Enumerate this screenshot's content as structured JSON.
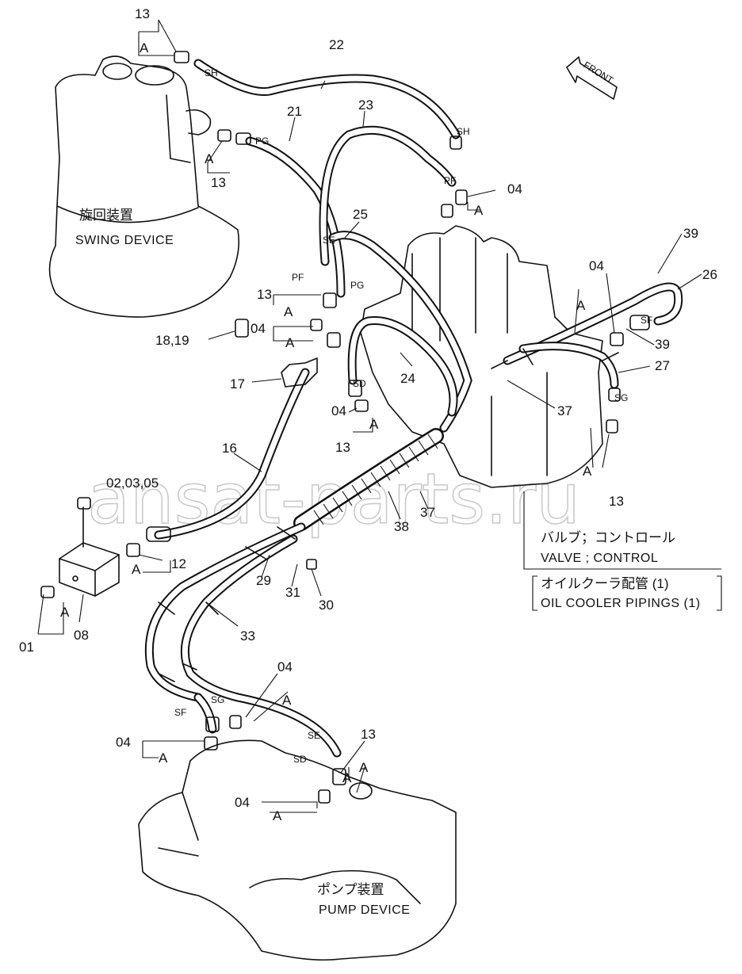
{
  "front_label": "FRONT",
  "watermark": "ansat-parts.ru",
  "devices": {
    "swing_jp": "旋回装置",
    "swing_en": "SWING DEVICE",
    "pump_jp": "ポンプ装置",
    "pump_en": "PUMP DEVICE",
    "valve_jp": "バルブ；コントロール",
    "valve_en": "VALVE ; CONTROL"
  },
  "title": {
    "jp": "オイルクーラ配管 (1)",
    "en": "OIL COOLER PIPINGS (1)"
  },
  "port_labels": {
    "sh1": "SH",
    "sh2": "SH",
    "pg1": "PG",
    "pg2": "PG",
    "pf1": "PF",
    "pf2": "PF",
    "se1": "SE",
    "se2": "SE",
    "sd1": "SD",
    "sd2": "SD",
    "sf1": "SF",
    "sf2": "SF",
    "sg1": "SG",
    "sg2": "SG"
  },
  "part_numbers": {
    "p13a": "13",
    "p13b": "13",
    "p13c": "13",
    "p13d": "13",
    "p13e": "13",
    "p13f": "13",
    "p22": "22",
    "p21": "21",
    "p23": "23",
    "p25": "25",
    "p24": "24",
    "p04a": "04",
    "p04b": "04",
    "p04c": "04",
    "p04d": "04",
    "p04e": "04",
    "p04f": "04",
    "p04g": "04",
    "p39a": "39",
    "p39b": "39",
    "p26": "26",
    "p27": "27",
    "p18": "18,19",
    "p17": "17",
    "p16": "16",
    "p37a": "37",
    "p37b": "37",
    "p38": "38",
    "p02": "02,03,05",
    "p12": "12",
    "p01": "01",
    "p08": "08",
    "p29": "29",
    "p31": "31",
    "p30": "30",
    "p33": "33"
  },
  "a_marks": {
    "a1": "A",
    "a2": "A",
    "a3": "A",
    "a4": "A",
    "a5": "A",
    "a6": "A",
    "a7": "A",
    "a8": "A",
    "a9": "A",
    "a10": "A",
    "a11": "A",
    "a12": "A",
    "a13": "A",
    "a14": "A",
    "a15": "A"
  }
}
